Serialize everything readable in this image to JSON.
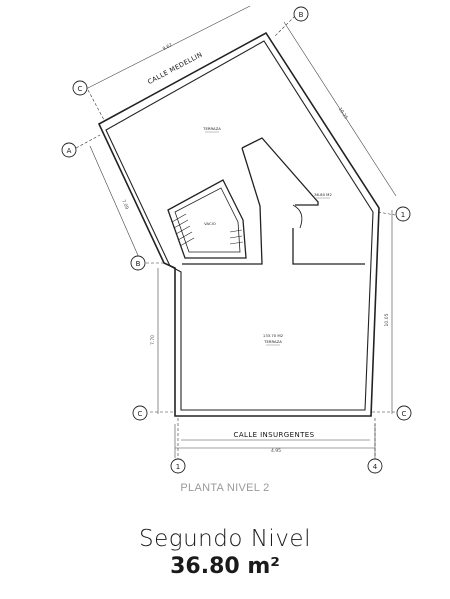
{
  "plan": {
    "street_top": "CALLE MEDELLIN",
    "street_bottom": "CALLE INSURGENTES",
    "level_caption": "PLANTA NIVEL 2",
    "rooms": {
      "terrace_upper": "TERRAZA",
      "room_area": "36.80 M2",
      "stair": "VACIO",
      "terrace_lower_area": "133.70 M2",
      "terrace_lower": "TERRAZA"
    },
    "dimensions": {
      "top_wall": "9.62",
      "right_upper": "10.25",
      "left_upper": "7.09",
      "left_lower": "7.70",
      "right_lower": "10.05",
      "bottom": "4.95"
    },
    "axes": {
      "top_right": "B",
      "top_left": "C",
      "left_upper": "A",
      "left_mid": "B",
      "right_mid": "1",
      "left_bottom": "C",
      "right_bottom": "C",
      "bottom_left": "1",
      "bottom_right": "4"
    }
  },
  "summary": {
    "title": "Segundo Nivel",
    "area": "36.80 m²"
  }
}
